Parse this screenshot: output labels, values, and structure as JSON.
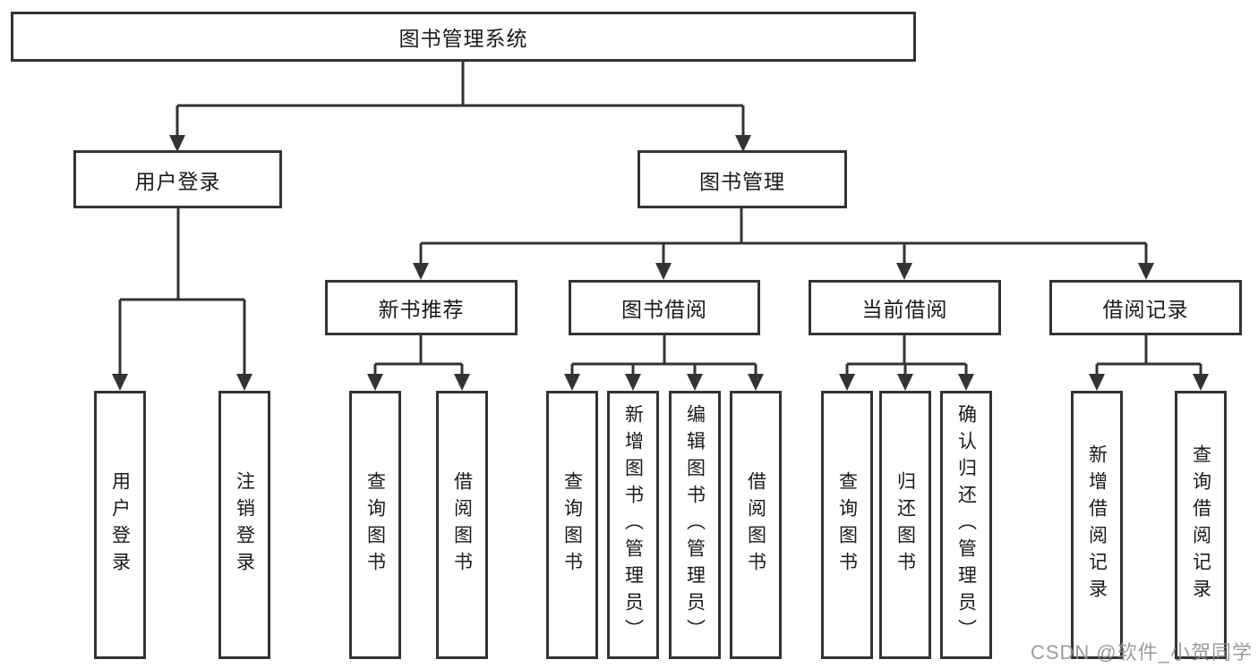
{
  "tree": {
    "root": {
      "label": "图书管理系统",
      "children": [
        {
          "label": "用户登录",
          "children": [
            {
              "label": "用户登录"
            },
            {
              "label": "注销登录"
            }
          ]
        },
        {
          "label": "图书管理",
          "children": [
            {
              "label": "新书推荐",
              "children": [
                {
                  "label": "查询图书"
                },
                {
                  "label": "借阅图书"
                }
              ]
            },
            {
              "label": "图书借阅",
              "children": [
                {
                  "label": "查询图书"
                },
                {
                  "label": "新增图书（管理员）"
                },
                {
                  "label": "编辑图书（管理员）"
                },
                {
                  "label": "借阅图书"
                }
              ]
            },
            {
              "label": "当前借阅",
              "children": [
                {
                  "label": "查询图书"
                },
                {
                  "label": "归还图书"
                },
                {
                  "label": "确认归还（管理员）"
                }
              ]
            },
            {
              "label": "借阅记录",
              "children": [
                {
                  "label": "新增借阅记录"
                },
                {
                  "label": "查询借阅记录"
                }
              ]
            }
          ]
        }
      ]
    }
  },
  "colors": {
    "line": "#333333",
    "text": "#1a1a1a",
    "watermark": "#919191"
  },
  "watermark": {
    "text": "CSDN @软件_小贺同学"
  }
}
